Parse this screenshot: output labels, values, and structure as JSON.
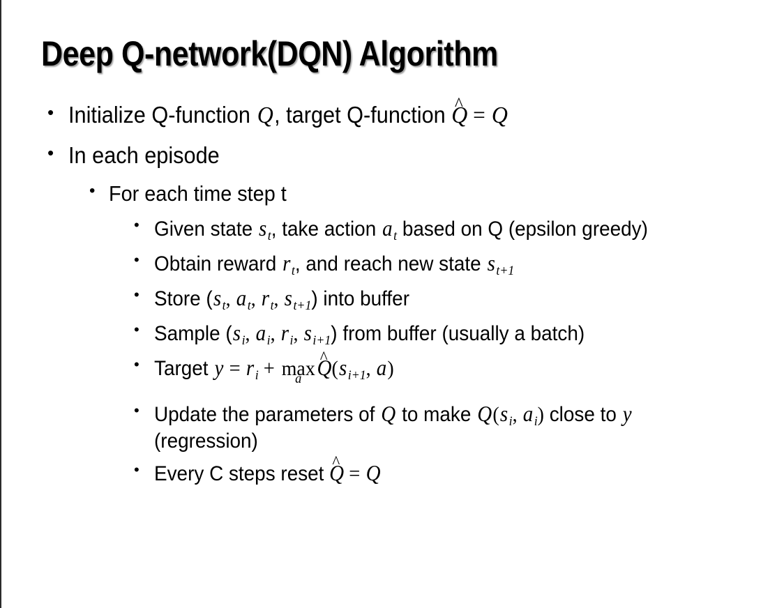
{
  "slide": {
    "title": "Deep Q-network(DQN) Algorithm",
    "background_color": "#ffffff",
    "text_color": "#000000",
    "border_color": "#2b2b2b",
    "bullet_glyph": "•"
  },
  "bullets": {
    "initialize": {
      "pre": "Initialize Q-function ",
      "var_q": "Q",
      "mid": ", target Q-function ",
      "hat": "^",
      "var_qhat": "Q",
      "equals": " = ",
      "var_q2": "Q"
    },
    "in_each_episode": "In each episode",
    "for_each_time_step": "For each time step t",
    "given_state": {
      "pre": "Given state ",
      "var_s": "s",
      "sub_t": "t",
      "mid": ", take action ",
      "var_a": "a",
      "sub_t2": "t",
      "post": " based on Q (epsilon greedy)"
    },
    "obtain_reward": {
      "pre": "Obtain reward ",
      "var_r": "r",
      "sub_t": "t",
      "mid": ", and reach new state ",
      "var_s": "s",
      "sub_t1": "t+1"
    },
    "store": {
      "pre": "Store (",
      "var_s": "s",
      "sub_s": "t",
      "sep1": ", ",
      "var_a": "a",
      "sub_a": "t",
      "sep2": ", ",
      "var_r": "r",
      "sub_r": "t",
      "sep3": ", ",
      "var_s2": "s",
      "sub_s2": "t+1",
      "post": ") into buffer"
    },
    "sample": {
      "pre": "Sample (",
      "var_s": "s",
      "sub_s": "i",
      "sep1": ", ",
      "var_a": "a",
      "sub_a": "i",
      "sep2": ", ",
      "var_r": "r",
      "sub_r": "i",
      "sep3": ", ",
      "var_s2": "s",
      "sub_s2": "i+1",
      "post": ") from buffer (usually a batch)"
    },
    "target": {
      "pre": "Target ",
      "var_y": "y",
      "equals": " = ",
      "var_r": "r",
      "sub_r": "i",
      "plus": " + ",
      "op": "max",
      "op_under": "a",
      "hat": "^",
      "var_qhat": "Q",
      "open": "(",
      "var_s": "s",
      "sub_s": "i+1",
      "sep": ", ",
      "var_a": "a",
      "close": ")"
    },
    "update": {
      "pre": "Update the parameters of ",
      "var_q": "Q",
      "mid": " to make ",
      "var_q2": "Q",
      "open": "(",
      "var_s": "s",
      "sub_s": "i",
      "sep": ", ",
      "var_a": "a",
      "sub_a": "i",
      "close": ")",
      "post": " close to ",
      "var_y": "y",
      "tail": " (regression)"
    },
    "reset": {
      "pre": "Every C steps reset ",
      "hat": "^",
      "var_qhat": "Q",
      "equals": " = ",
      "var_q": "Q"
    }
  }
}
